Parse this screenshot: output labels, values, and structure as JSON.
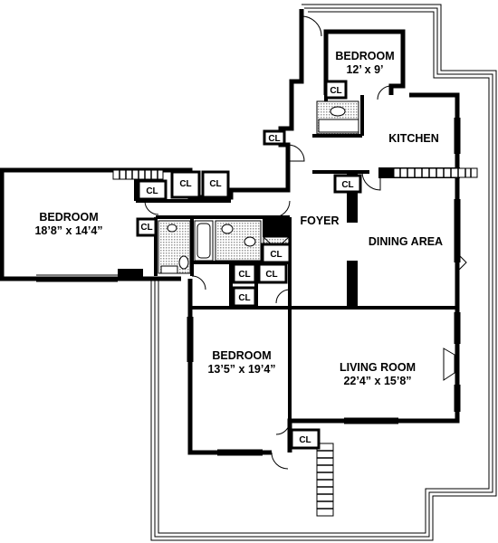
{
  "rooms": {
    "bedroom_north": {
      "name": "BEDROOM",
      "size": "12’ x 9’"
    },
    "kitchen": {
      "name": "KITCHEN"
    },
    "bedroom_west": {
      "name": "BEDROOM",
      "size": "18’8” x 14’4”"
    },
    "foyer": {
      "name": "FOYER"
    },
    "dining": {
      "name": "DINING AREA"
    },
    "bedroom_south": {
      "name": "BEDROOM",
      "size": "13’5” x 19’4”"
    },
    "living": {
      "name": "LIVING ROOM",
      "size": "22’4” x 15’8”"
    }
  },
  "closets": {
    "label": "CL"
  },
  "colors": {
    "wall": "#000000",
    "terrace_line": "#000000",
    "tile": "#bdbdbd",
    "background": "#ffffff"
  }
}
